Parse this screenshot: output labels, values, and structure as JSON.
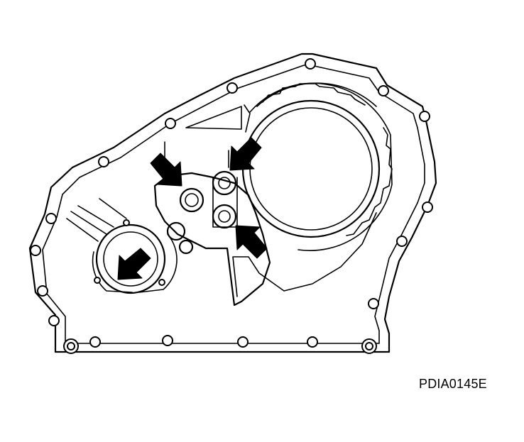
{
  "figure": {
    "code": "PDIA0145E",
    "line_color": "#000000",
    "background": "#ffffff"
  },
  "arrows": [
    {
      "name": "arrow-left-pocket",
      "direction": "down-right"
    },
    {
      "name": "arrow-upper-boss",
      "direction": "down-left"
    },
    {
      "name": "arrow-lower-boss",
      "direction": "up-left"
    },
    {
      "name": "arrow-left-bore",
      "direction": "down-left"
    }
  ]
}
